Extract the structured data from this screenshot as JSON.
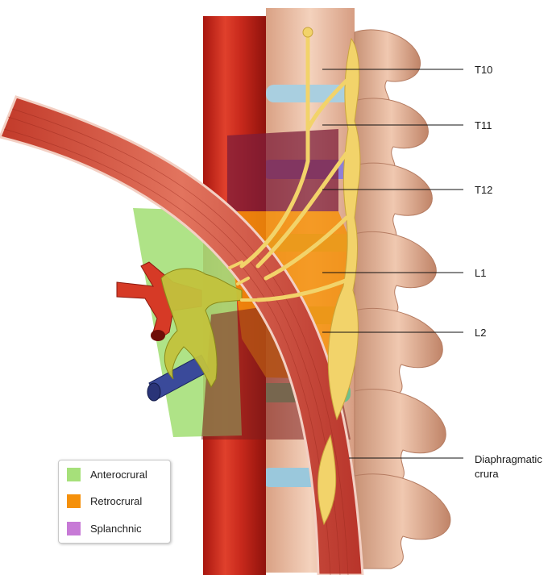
{
  "labels": {
    "t10": "T10",
    "t11": "T11",
    "t12": "T12",
    "l1": "L1",
    "l2": "L2",
    "crura_line1": "Diaphragmatic",
    "crura_line2": "crura"
  },
  "legend": [
    {
      "label": "Anterocrural",
      "color": "#a6e07a"
    },
    {
      "label": "Retrocrural",
      "color": "#f5900a"
    },
    {
      "label": "Splanchnic",
      "color": "#c77ad6"
    }
  ]
}
